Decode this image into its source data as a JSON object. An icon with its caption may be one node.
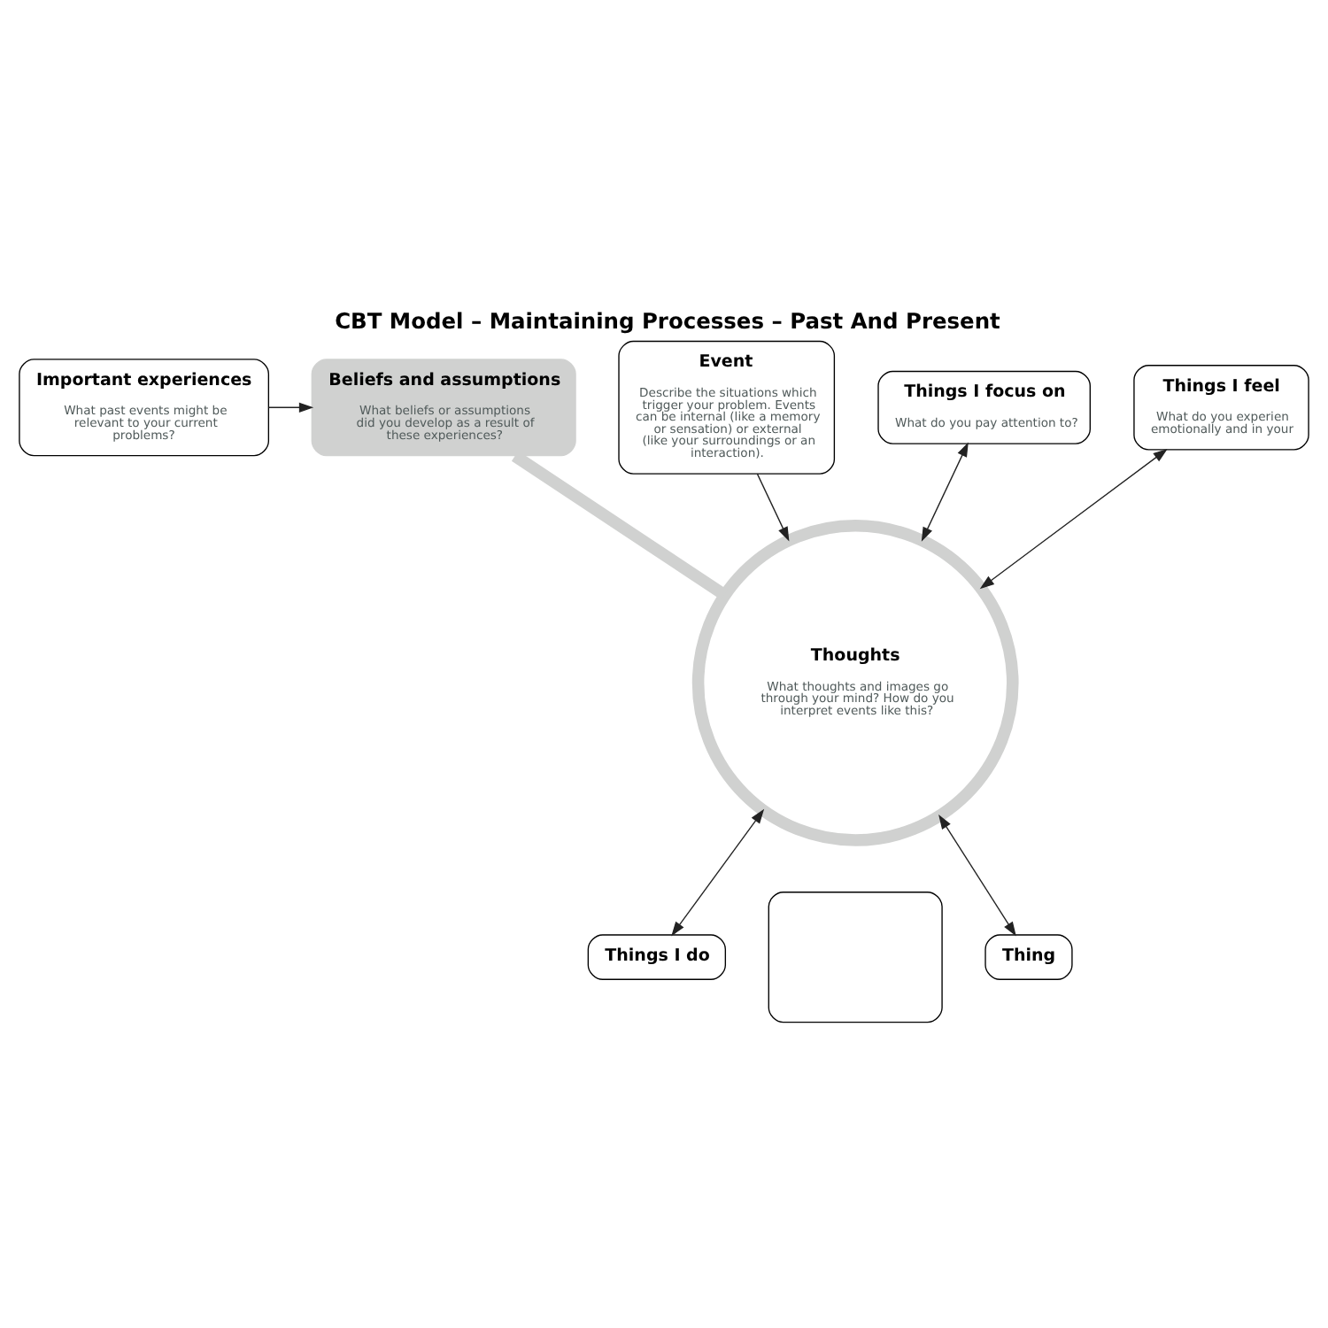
{
  "diagram": {
    "title": "CBT Model – Maintaining Processes – Past And Present",
    "nodes": [
      {
        "text": [
          "Important experiences",
          "What past events might be relevant to your current problems?"
        ]
      },
      {
        "text": [
          "Beliefs and assumptions",
          "What beliefs or assumptions did you develop as a result of these experiences?"
        ]
      },
      {
        "text": [
          "Event",
          "Describe the situations which trigger your problem. Events can be internal (like a memory or sensation) or external (like your surroundings or an interaction)."
        ]
      },
      {
        "text": [
          "Things I focus on",
          "What do you pay attention to?"
        ]
      },
      {
        "text": [
          "Things I feel",
          "What do you experien emotionally and in your"
        ]
      },
      {
        "text": [
          "Thoughts",
          "What thoughts and images go through your mind? How do you interpret events like this?"
        ]
      },
      {
        "text": [
          "Things I do"
        ]
      },
      {
        "text": [],
        "shape": "box"
      },
      {
        "text": [
          "Thing"
        ]
      }
    ],
    "edges": [
      {
        "from": 0,
        "to": 1,
        "arrow": "to"
      },
      {
        "from": 1,
        "to": 5,
        "arrow": "none",
        "style": "thick",
        "color": "#d0d1d0"
      },
      {
        "from": 2,
        "to": 5,
        "arrow": "to"
      },
      {
        "from": 3,
        "to": 5,
        "arrow": "both"
      },
      {
        "from": 4,
        "to": 5,
        "arrow": "both"
      },
      {
        "from": 5,
        "to": 6,
        "arrow": "both"
      },
      {
        "from": 5,
        "to": 8,
        "arrow": "both"
      }
    ]
  }
}
